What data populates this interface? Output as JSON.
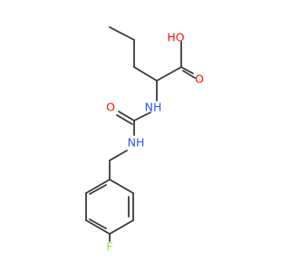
{
  "molecule": {
    "atoms": {
      "oh": "HO",
      "o_acid": "O",
      "nh_alpha": "NH",
      "o_urea": "O",
      "nh_benzyl": "NH",
      "f": "F"
    },
    "colors": {
      "bond": "#3a3a3a",
      "oxygen": "#ff0d0d",
      "nitrogen": "#3050f8",
      "fluorine": "#90e050"
    }
  }
}
